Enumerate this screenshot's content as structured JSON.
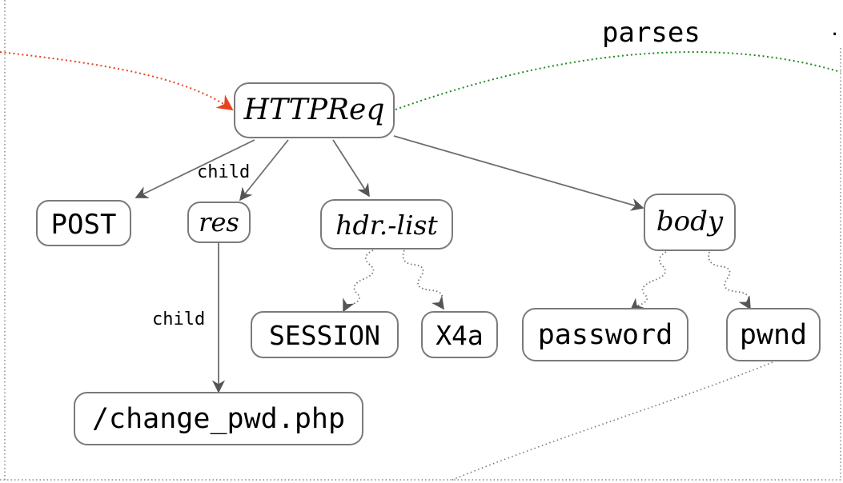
{
  "diagram": {
    "top_label": "parses",
    "nodes": {
      "httpreq": "HTTPReq",
      "post": "POST",
      "res": "res",
      "hdr_list": "hdr.-list",
      "body": "body",
      "session": "SESSION",
      "x4a": "X4a",
      "password": "password",
      "pwnd": "pwnd",
      "path": "/change_pwd.php"
    },
    "edge_labels": {
      "child_upper": "child",
      "child_lower": "child"
    }
  },
  "colors": {
    "red_edge": "#e8421f",
    "green_edge": "#1f8a1f",
    "gray_edge": "#6e6e6e",
    "box_stroke": "#7a7a7a"
  }
}
